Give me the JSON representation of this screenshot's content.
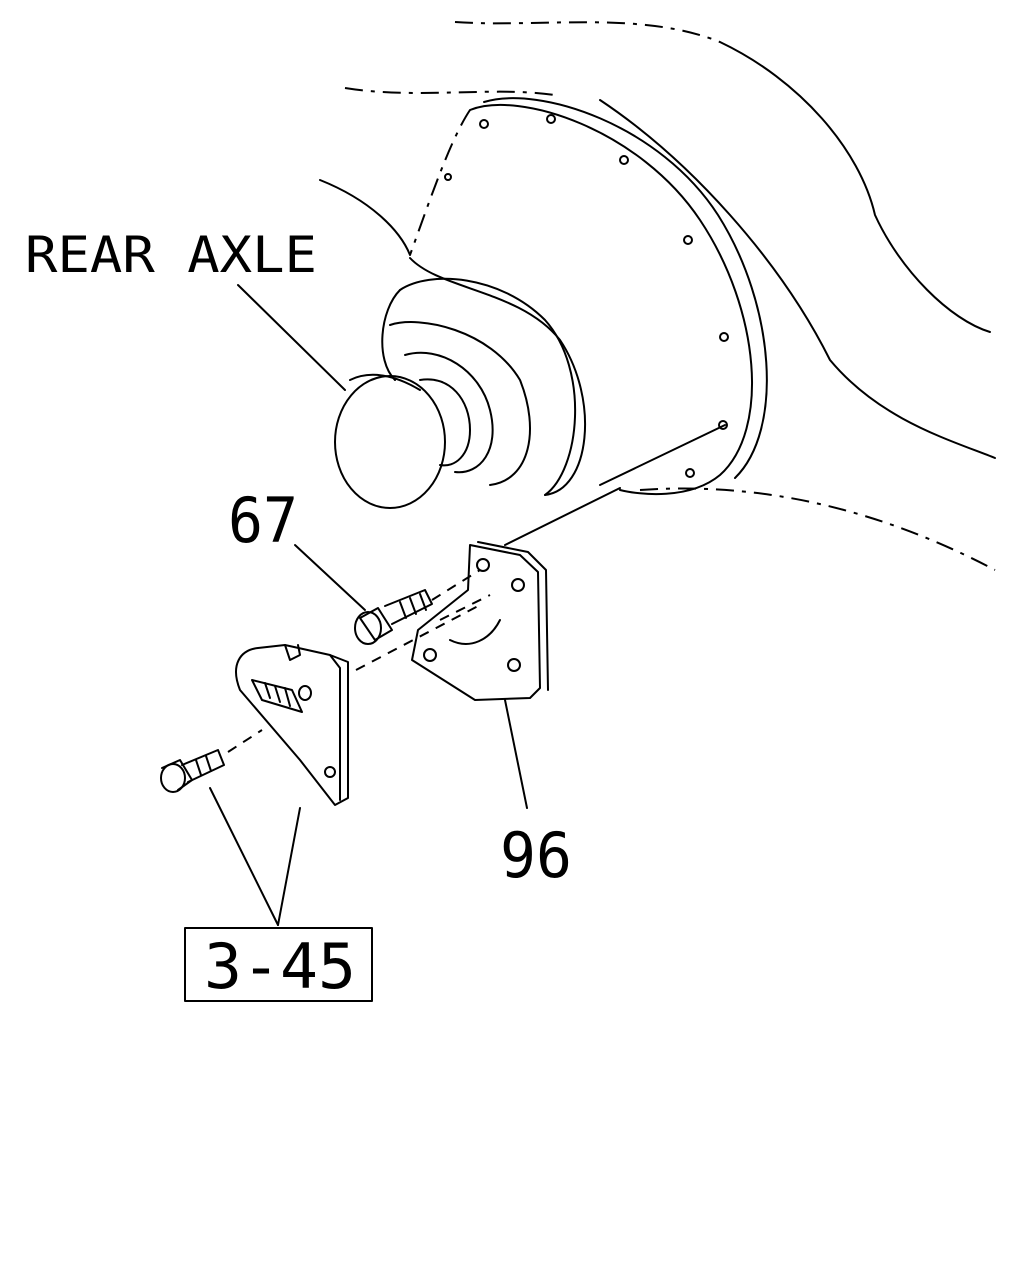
{
  "labels": {
    "rear_axle": "REAR AXLE",
    "part_67": "67",
    "part_96": "96",
    "part_ref": "3-45"
  }
}
